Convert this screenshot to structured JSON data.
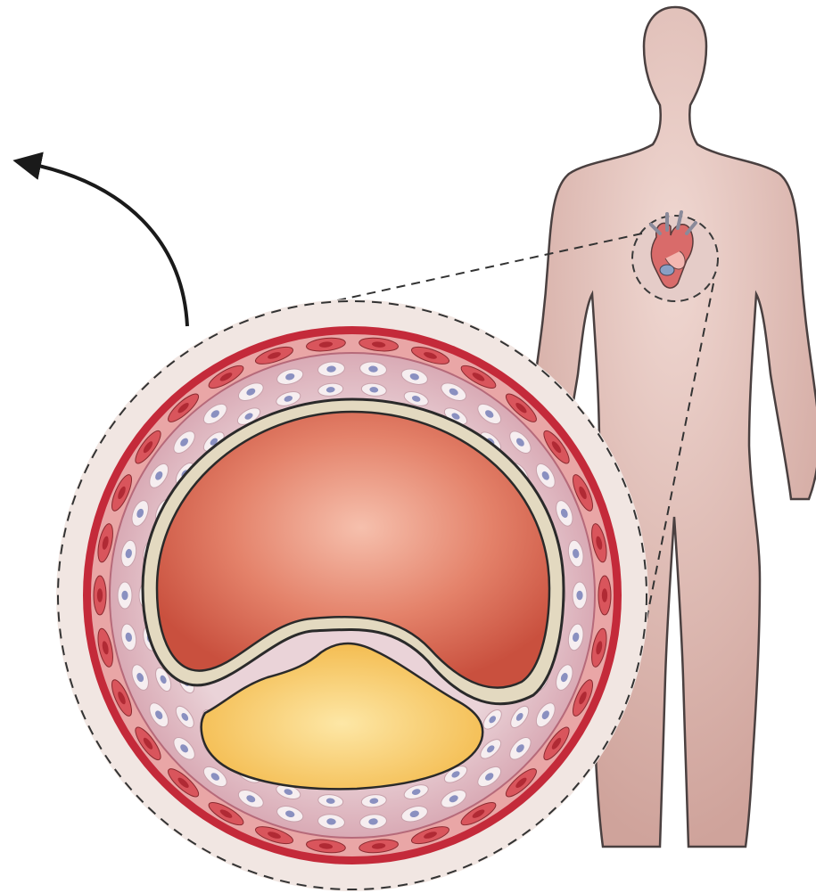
{
  "figure": {
    "labels": [],
    "colors": {
      "background": "#ffffff",
      "skin": "#d9b4ad",
      "skin_outline": "#4a4040",
      "lumen": "#e0735a",
      "plaque": "#f8c85c",
      "adventitia": "#c42a3a",
      "media": "#e9cdd3",
      "intima": "#e3d9c0",
      "outer_ring": "#f1e6e2"
    },
    "icons": [
      "human-body",
      "heart",
      "artery-cross-section",
      "curved-arrow"
    ]
  }
}
